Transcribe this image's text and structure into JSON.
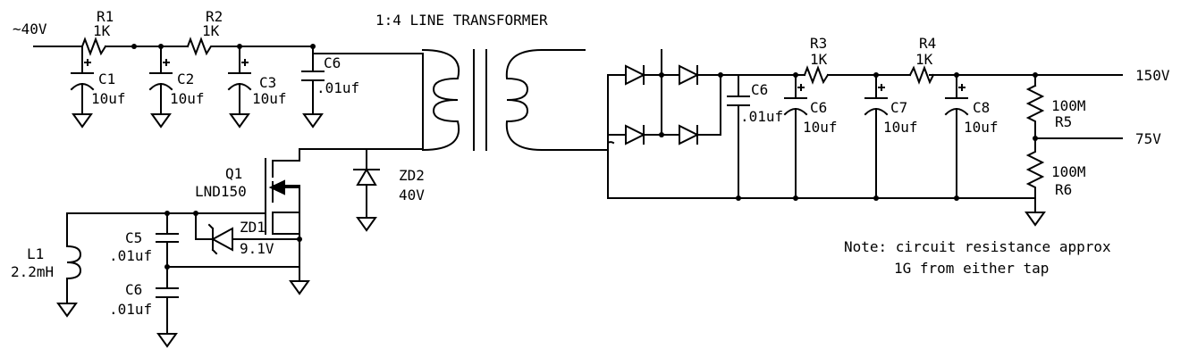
{
  "labels": {
    "input": "~40V",
    "r1": "R1",
    "r1_val": "1K",
    "r2": "R2",
    "r2_val": "1K",
    "c1": "C1",
    "c1_val": "10uf",
    "c2": "C2",
    "c2_val": "10uf",
    "c3": "C3",
    "c3_val": "10uf",
    "c6a": "C6",
    "c6a_val": ".01uf",
    "transformer": "1:4 LINE TRANSFORMER",
    "q1": "Q1",
    "q1_val": "LND150",
    "zd2": "ZD2",
    "zd2_val": "40V",
    "zd1": "ZD1",
    "zd1_val": "9.1V",
    "l1": "L1",
    "l1_val": "2.2mH",
    "c5": "C5",
    "c5_val": ".01uf",
    "c6c": "C6",
    "c6c_val": ".01uf",
    "c6b": "C6",
    "c6b_val": ".01uf",
    "c6d": "C6",
    "c6d_val": "10uf",
    "r3": "R3",
    "r3_val": "1K",
    "r4": "R4",
    "r4_val": "1K",
    "c7": "C7",
    "c7_val": "10uf",
    "c8": "C8",
    "c8_val": "10uf",
    "r5": "R5",
    "r5_val": "100M",
    "r6": "R6",
    "r6_val": "100M",
    "out_150": "150V",
    "out_75": "75V",
    "note_line1": "Note: circuit resistance approx",
    "note_line2": "1G from either tap"
  }
}
